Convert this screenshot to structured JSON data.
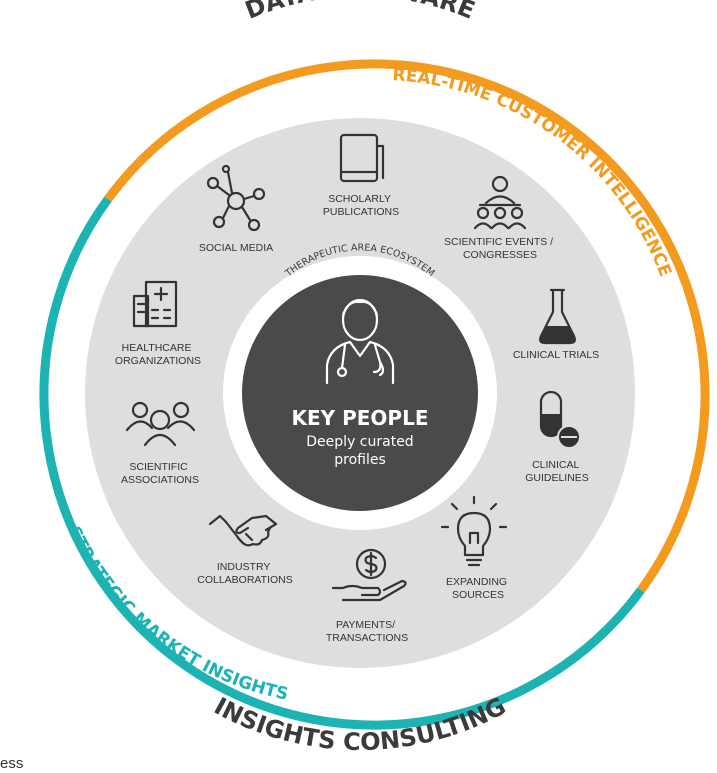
{
  "outer": {
    "top_label": "DATA SOFTWARE",
    "bottom_label": "INSIGHTS CONSULTING"
  },
  "ring": {
    "orange_label": "REAL-TIME CUSTOMER INTELLIGENCE",
    "teal_label": "STRATEGIC MARKET INSIGHTS",
    "orange_color": "#f39b1f",
    "teal_color": "#1db3b3"
  },
  "ecosystem_label": "THERAPEUTIC AREA ECOSYSTEM",
  "center": {
    "title": "KEY PEOPLE",
    "sub1": "Deeply curated",
    "sub2": "profiles",
    "color": "#4a4a4c"
  },
  "items": {
    "scholarly": [
      "SCHOLARLY",
      "PUBLICATIONS"
    ],
    "social": [
      "SOCIAL MEDIA"
    ],
    "events": [
      "SCIENTIFIC EVENTS /",
      "CONGRESSES"
    ],
    "healthcare": [
      "HEALTHCARE",
      "ORGANIZATIONS"
    ],
    "trials": [
      "CLINICAL TRIALS"
    ],
    "associations": [
      "SCIENTIFIC",
      "ASSOCIATIONS"
    ],
    "guidelines": [
      "CLINICAL",
      "GUIDELINES"
    ],
    "industry": [
      "INDUSTRY",
      "COLLABORATIONS"
    ],
    "payments": [
      "PAYMENTS/",
      "TRANSACTIONS"
    ],
    "expanding": [
      "EXPANDING",
      "SOURCES"
    ]
  },
  "footer_text": "ess"
}
